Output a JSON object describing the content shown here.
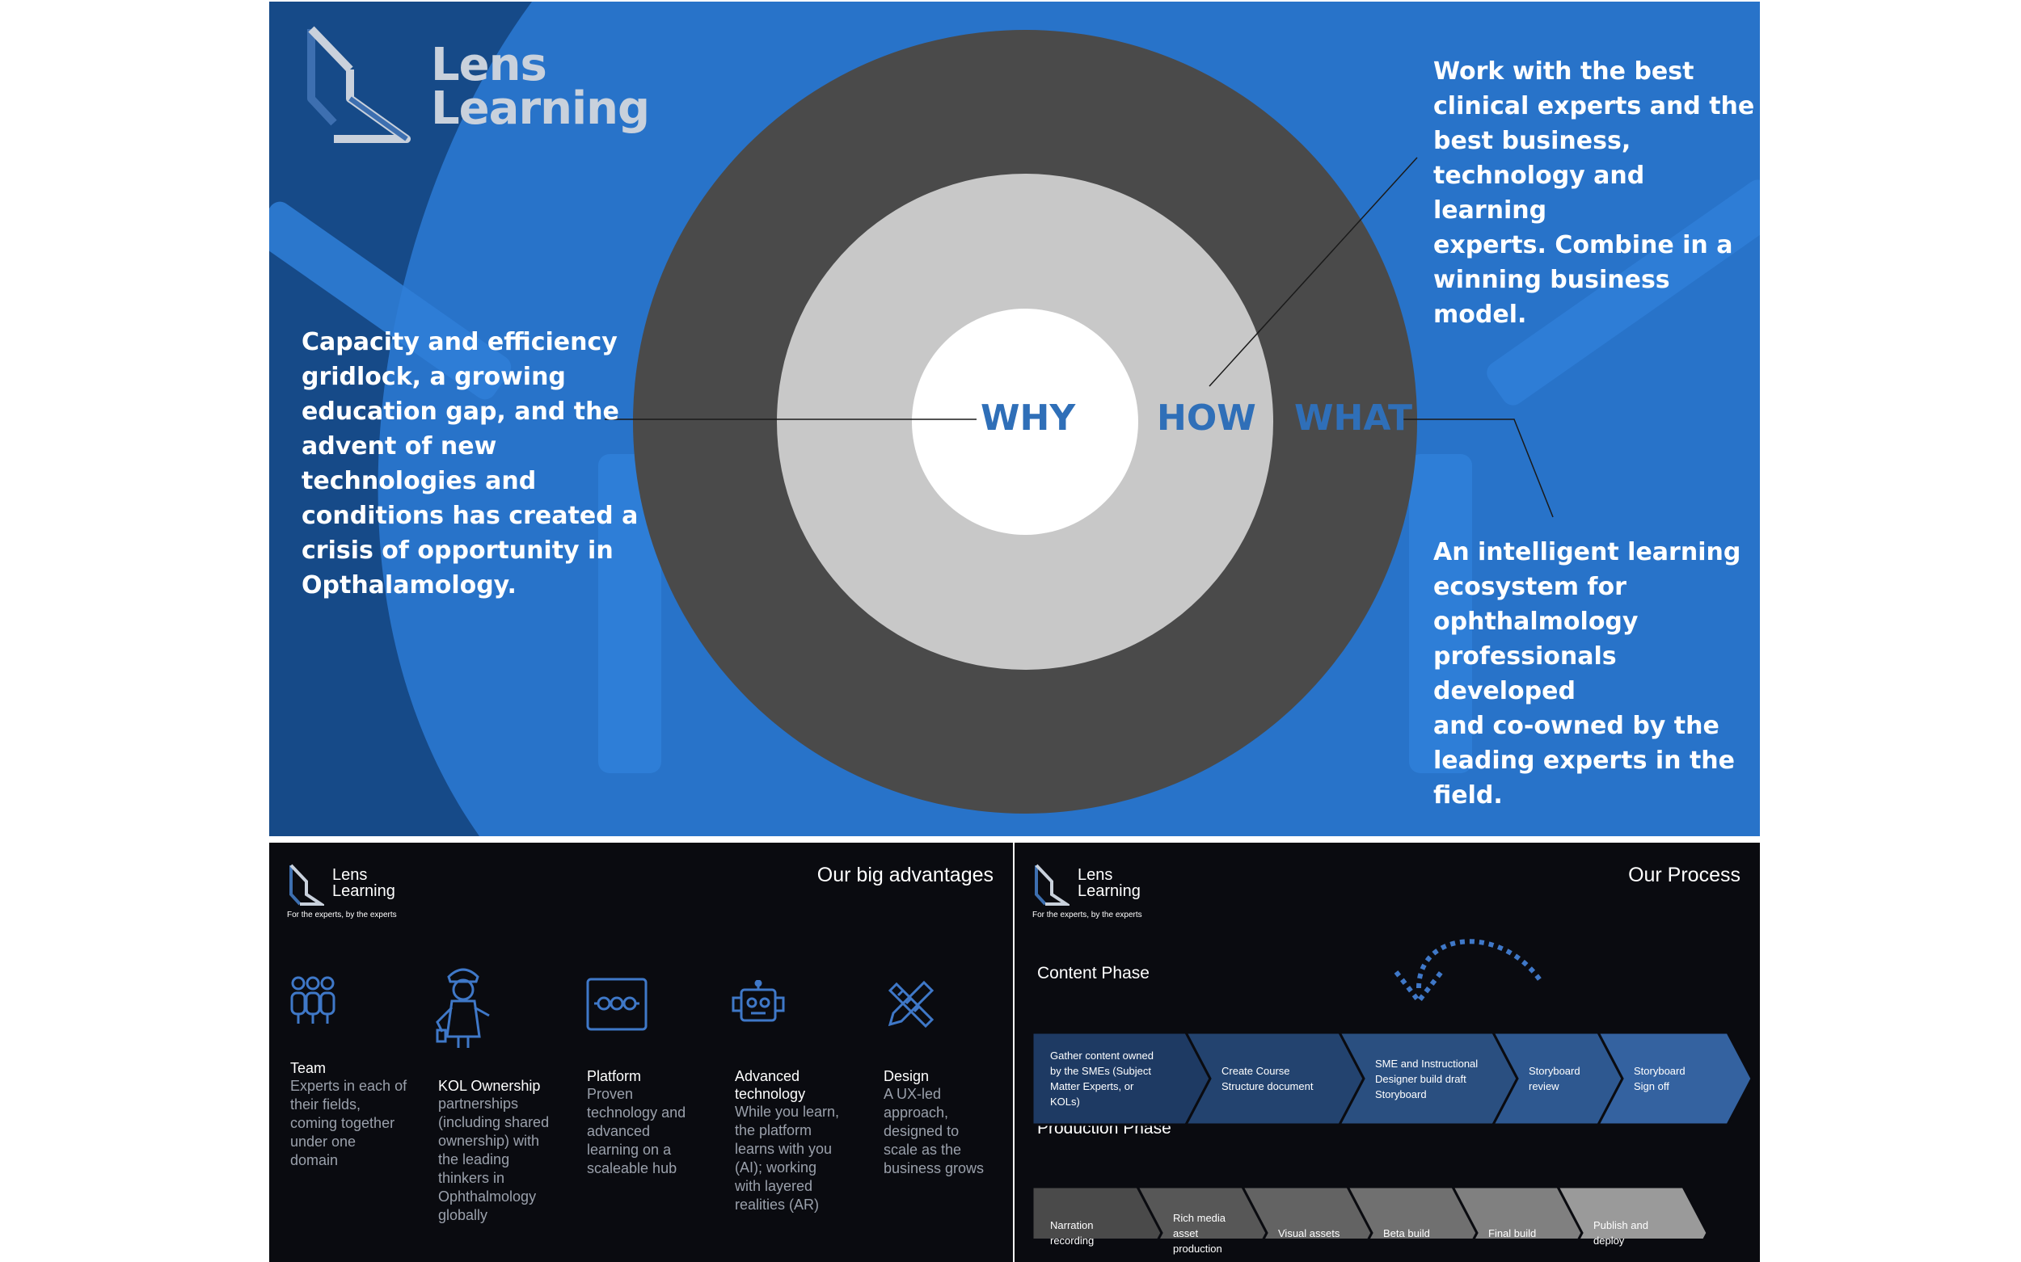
{
  "top_panel": {
    "brand": {
      "line1": "Lens",
      "line2": "Learning"
    },
    "circle_labels": {
      "why": "WHY",
      "how": "HOW",
      "what": "WHAT"
    },
    "why_text": [
      "Capacity and efficiency",
      "gridlock, a growing",
      "education gap, and the",
      "advent of new",
      "technologies and",
      "conditions has created a",
      "crisis of opportunity in",
      "Opthalamology."
    ],
    "how_text": [
      "Work with the best",
      "clinical experts and the",
      "best business,",
      "technology and learning",
      "experts. Combine in a",
      "winning business model."
    ],
    "what_text": [
      "An intelligent learning",
      "ecosystem for",
      "ophthalmology",
      "professionals developed",
      "and co-owned by the",
      "leading experts in the",
      "field."
    ],
    "colors": {
      "background": "#2873c9",
      "outer_ring": "#4a4a4a",
      "middle_ring": "#c8c8c8",
      "center": "#ffffff",
      "label": "#2f6fb8"
    }
  },
  "advantages_panel": {
    "brand": {
      "line1": "Lens",
      "line2": "Learning",
      "tagline": "For the experts, by the experts"
    },
    "title": "Our big advantages",
    "items": [
      {
        "icon": "team-icon",
        "title": [
          "Team"
        ],
        "desc": [
          "Experts in each of",
          "their fields,",
          "coming together",
          "under one",
          "domain"
        ]
      },
      {
        "icon": "expert-icon",
        "title": [
          "KOL Ownership"
        ],
        "desc": [
          "partnerships",
          "(including shared",
          "ownership) with",
          "the leading",
          "thinkers in",
          "Ophthalmology",
          "globally"
        ]
      },
      {
        "icon": "platform-icon",
        "title": [
          "Platform"
        ],
        "desc": [
          "Proven",
          "technology and",
          "advanced",
          "learning on a",
          "scaleable hub"
        ]
      },
      {
        "icon": "robot-icon",
        "title": [
          "Advanced",
          "technology"
        ],
        "desc": [
          "While you learn,",
          "the platform",
          "learns with you",
          "(AI); working",
          "with layered",
          "realities (AR)"
        ]
      },
      {
        "icon": "design-icon",
        "title": [
          "Design"
        ],
        "desc": [
          "A UX-led",
          "approach,",
          "designed to",
          "scale as the",
          "business grows"
        ]
      }
    ]
  },
  "process_panel": {
    "brand": {
      "line1": "Lens",
      "line2": "Learning",
      "tagline": "For the experts, by the experts"
    },
    "title": "Our Process",
    "content_phase": {
      "label": "Content Phase",
      "steps": [
        [
          "Gather content owned",
          "by the SMEs (Subject",
          "Matter Experts, or",
          "KOLs)"
        ],
        [
          "Create Course",
          "Structure document"
        ],
        [
          "SME and Instructional",
          "Designer build draft",
          "Storyboard"
        ],
        [
          "Storyboard",
          "review"
        ],
        [
          "Storyboard",
          "Sign off"
        ]
      ],
      "colors": [
        "#1e3a63",
        "#23436f",
        "#2a4f80",
        "#2e5890",
        "#3462a0"
      ]
    },
    "production_phase": {
      "label": "Production Phase",
      "steps": [
        [
          "Narration",
          "recording"
        ],
        [
          "Rich media",
          "asset",
          "production"
        ],
        [
          "Visual assets"
        ],
        [
          "Beta build"
        ],
        [
          "Final build"
        ],
        [
          "Publish and",
          "deploy"
        ]
      ],
      "colors": [
        "#4a4a4a",
        "#575757",
        "#636363",
        "#707070",
        "#808080",
        "#9a9a9a"
      ]
    }
  }
}
